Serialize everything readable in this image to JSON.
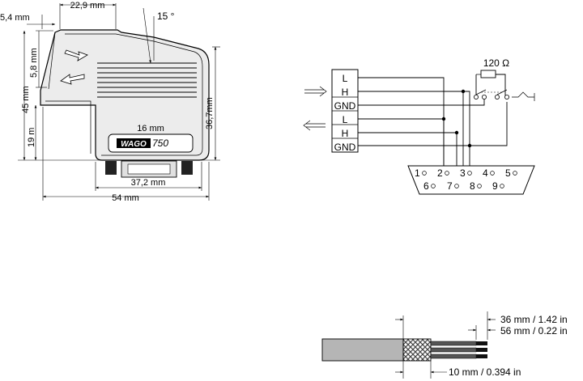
{
  "connector": {
    "dim_5_4": "5,4 mm",
    "dim_22_9": "22,9 mm",
    "angle_15": "15 °",
    "dim_5_8": "5,8 mm",
    "dim_45": "45 mm",
    "dim_19": "19 m",
    "dim_36_7": "36,7mm",
    "dim_16": "16 mm",
    "brand": "WAGO",
    "model": "750",
    "dim_37_2": "37,2 mm",
    "dim_54": "54 mm"
  },
  "schematic": {
    "pins": [
      "L",
      "H",
      "GND",
      "L",
      "H",
      "GND"
    ],
    "resistor": "120 Ω",
    "sub_d_top": [
      "1",
      "2",
      "3",
      "4",
      "5"
    ],
    "sub_d_bottom": [
      "6",
      "7",
      "8",
      "9"
    ]
  },
  "cable": {
    "dim_36": "36 mm / 1.42 in",
    "dim_56": "56 mm / 0.22 in",
    "dim_10": "10 mm / 0.394 in"
  }
}
